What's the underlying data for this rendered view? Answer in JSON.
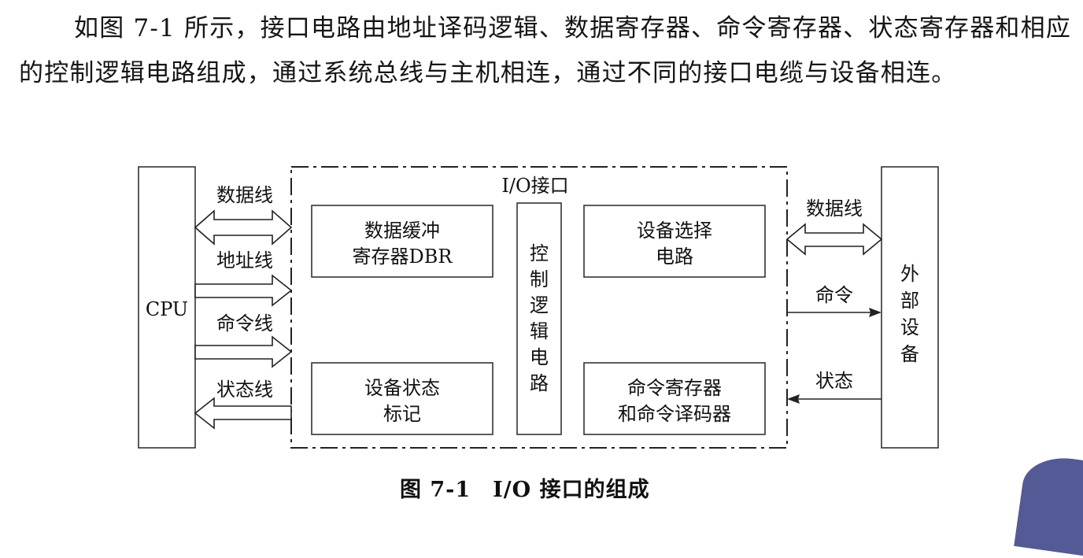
{
  "paragraph": "如图 7-1 所示，接口电路由地址译码逻辑、数据寄存器、命令寄存器、状态寄存器和相应的控制逻辑电路组成，通过系统总线与主机相连，通过不同的接口电缆与设备相连。",
  "diagram": {
    "cpu_label": "CPU",
    "io_interface_label": "I/O接口",
    "left_buses": {
      "data_line": "数据线",
      "address_line": "地址线",
      "command_line": "命令线",
      "status_line": "状态线"
    },
    "blocks": {
      "data_buffer": [
        "数据缓冲",
        "寄存器DBR"
      ],
      "device_status": [
        "设备状态",
        "标记"
      ],
      "control_logic": [
        "控",
        "制",
        "逻",
        "辑",
        "电",
        "路"
      ],
      "device_select": [
        "设备选择",
        "电路"
      ],
      "command_register": [
        "命令寄存器",
        "和命令译码器"
      ]
    },
    "right_buses": {
      "data_line": "数据线",
      "command": "命令",
      "status": "状态"
    },
    "external_device": [
      "外",
      "部",
      "设",
      "备"
    ]
  },
  "caption": "图 7-1　I/O 接口的组成",
  "colors": {
    "presenter_shirt": "#545a95"
  }
}
